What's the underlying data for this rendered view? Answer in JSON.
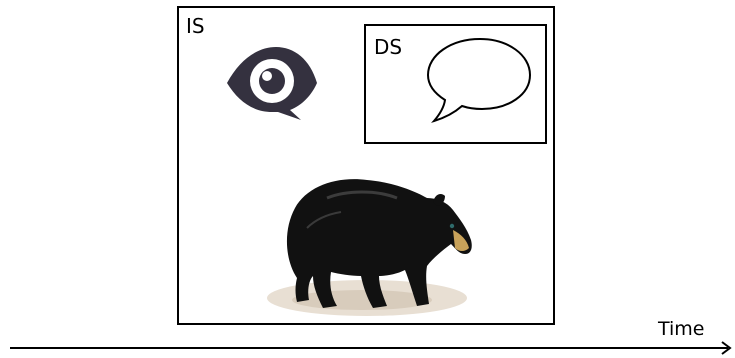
{
  "diagram": {
    "outer_box_label": "IS",
    "inner_box_label": "DS",
    "axis_label": "Time",
    "icons": {
      "eye": "eye-speech-icon",
      "speech_bubble": "speech-bubble-icon",
      "bear": "black-bear-illustration"
    },
    "colors": {
      "eye_fill": "#34313f",
      "bear_fill": "#111111",
      "bear_snout": "#c8a25a",
      "ground_shadow": "#e8dfd3"
    }
  }
}
